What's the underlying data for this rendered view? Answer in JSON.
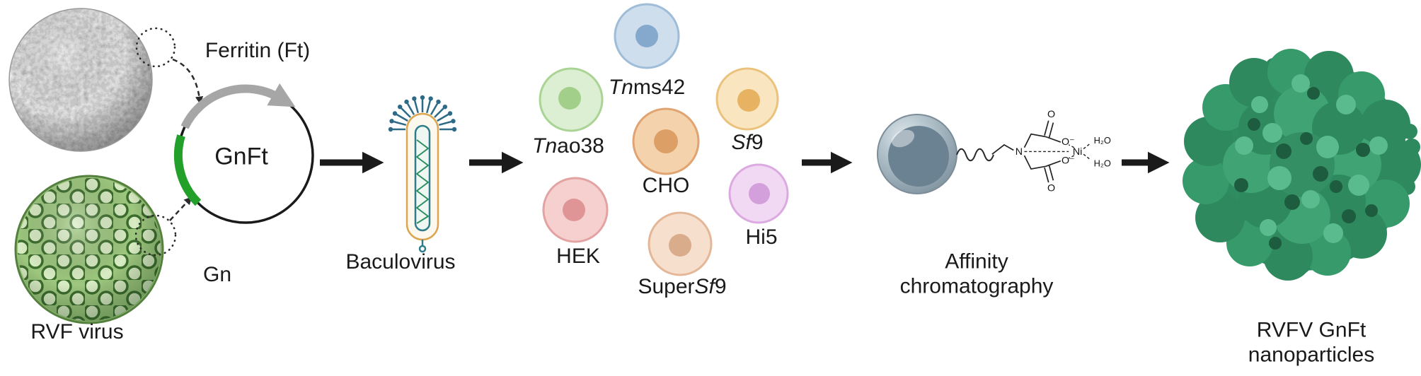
{
  "colors": {
    "arrow": "#1a1a1a",
    "plasmid_insert_green": "#22a02a",
    "plasmid_backbone_gray": "#a6a6a6",
    "nanoparticle_green": "#2e8a5e",
    "baculovirus_teal": "#2d6a87"
  },
  "sources": {
    "ferritin_label": "Ferritin (Ft)",
    "gn_label": "Gn",
    "rvf_virus_label": "RVF virus"
  },
  "plasmid": {
    "name": "GnFt"
  },
  "baculovirus": {
    "label": "Baculovirus"
  },
  "cells": [
    {
      "name": "Tnms42",
      "pre": "",
      "it": "Tn",
      "post": "ms42"
    },
    {
      "name": "Tnao38",
      "pre": "",
      "it": "Tn",
      "post": "ao38"
    },
    {
      "name": "Sf9",
      "pre": "",
      "it": "Sf",
      "post": "9"
    },
    {
      "name": "CHO",
      "pre": "CHO",
      "it": "",
      "post": ""
    },
    {
      "name": "HEK",
      "pre": "HEK",
      "it": "",
      "post": ""
    },
    {
      "name": "SuperSf9",
      "pre": "Super",
      "it": "Sf",
      "post": "9"
    },
    {
      "name": "Hi5",
      "pre": "Hi5",
      "it": "",
      "post": ""
    }
  ],
  "purification": {
    "label_line1": "Affinity",
    "label_line2": "chromatography",
    "chemistry": {
      "n": "N",
      "ni": "Ni",
      "o_top": "O",
      "o_top_minus": "O⁻",
      "o_bottom": "O",
      "o_bottom_minus": "O⁻",
      "h2o_upper": "H₂O",
      "h2o_lower": "H₂O"
    }
  },
  "product": {
    "label_line1": "RVFV GnFt",
    "label_line2": "nanoparticles"
  }
}
